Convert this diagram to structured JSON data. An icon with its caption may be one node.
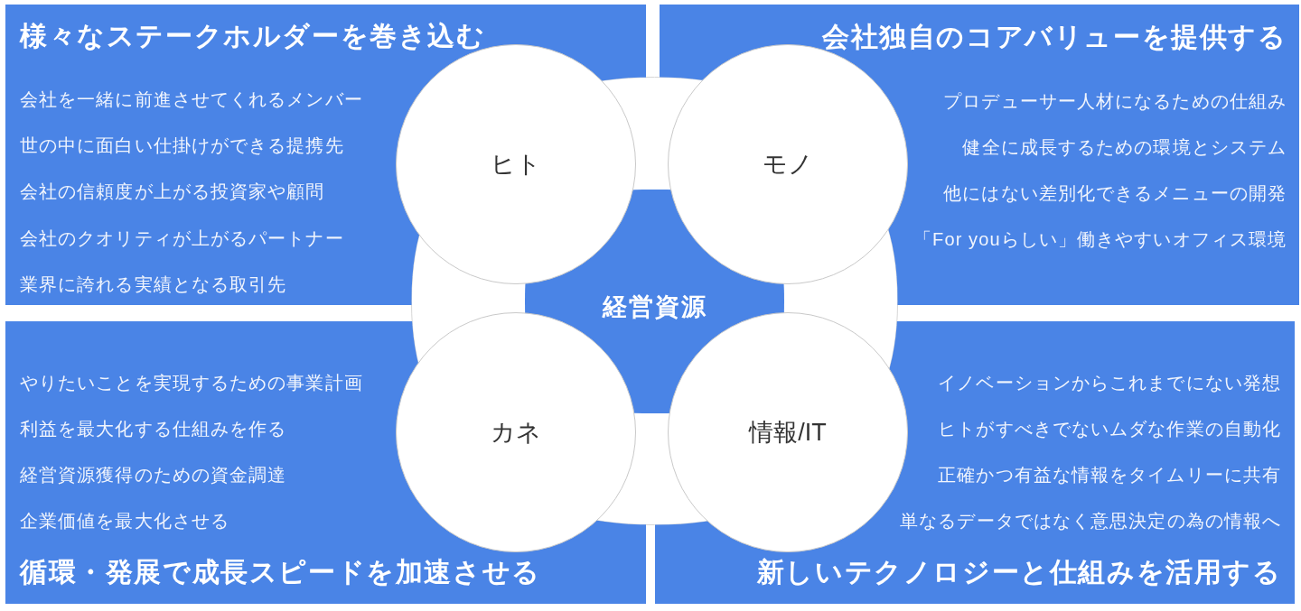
{
  "diagram": {
    "nodes": [
      {
        "text": [
          "様々なステークホルダーを巻き込む",
          "会社を一緒に前進させてくれるメンバー",
          "世の中に面白い仕掛けができる提携先",
          "会社の信頼度が上がる投資家や顧問",
          "会社のクオリティが上がるパートナー",
          "業界に誇れる実績となる取引先"
        ]
      },
      {
        "text": [
          "会社独自のコアバリューを提供する",
          "プロデューサー人材になるための仕組み",
          "健全に成長するための環境とシステム",
          "他にはない差別化できるメニューの開発",
          "「For youらしい」働きやすいオフィス環境"
        ]
      },
      {
        "text": [
          "やりたいことを実現するための事業計画",
          "利益を最大化する仕組みを作る",
          "経営資源獲得のための資金調達",
          "企業価値を最大化させる",
          "循環・発展で成長スピードを加速させる"
        ]
      },
      {
        "text": [
          "イノベーションからこれまでにない発想",
          "ヒトがすべきでないムダな作業の自動化",
          "正確かつ有益な情報をタイムリーに共有",
          "単なるデータではなく意思決定の為の情報へ",
          "新しいテクノロジーと仕組みを活用する"
        ]
      },
      {
        "text": [
          "経営資源"
        ]
      },
      {
        "text": [
          "ヒト"
        ],
        "in": 0
      },
      {
        "text": [
          "モノ"
        ],
        "in": 1
      },
      {
        "text": [
          "カネ"
        ],
        "in": 2
      },
      {
        "text": [
          "情報/IT"
        ],
        "in": 3
      }
    ]
  }
}
